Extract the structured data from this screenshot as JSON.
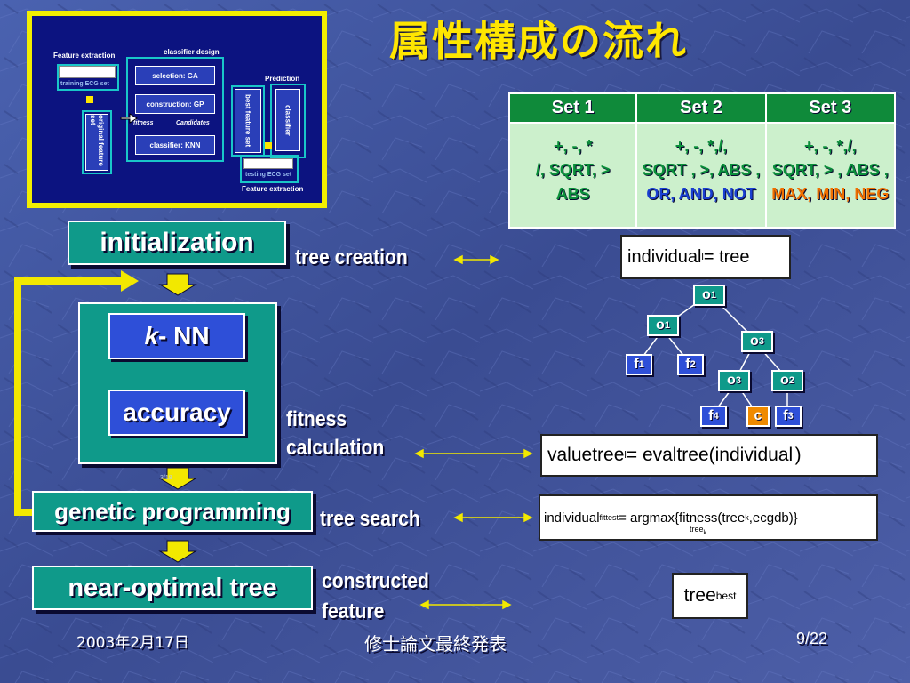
{
  "title": "属性構成の流れ",
  "thumbnail": {
    "feature_extraction_top": "Feature extraction",
    "training_ecg_set": "training ECG set",
    "classifier_design": "classifier design",
    "selection": "selection: GA",
    "construction": "construction: GP",
    "fitness": "fitness",
    "candidates": "Candidates",
    "classifier_knn": "classifier: KNN",
    "original_feature_set": "original feature set",
    "best_feature_set": "best feature set",
    "prediction": "Prediction",
    "classifier": "classifier",
    "testing_ecg_set": "testing ECG set",
    "feature_extraction_bottom": "Feature extraction"
  },
  "flow": {
    "initialization": "initialization",
    "knn_k": "k",
    "knn_rest": " - NN",
    "accuracy": "accuracy",
    "genetic_programming": "genetic programming",
    "near_optimal_tree": "near-optimal tree",
    "small_mark": "3/18"
  },
  "labels": {
    "tree_creation": "tree creation",
    "fitness": "fitness",
    "calculation": "calculation",
    "tree_search": "tree search",
    "constructed": "constructed",
    "feature": "feature"
  },
  "table": {
    "headers": [
      "Set 1",
      "Set 2",
      "Set 3"
    ],
    "set1": {
      "line1": "+, -, *",
      "line2": "/, SQRT, >",
      "line3": "ABS"
    },
    "set2": {
      "line1": "+, -, *,/,",
      "line2": "SQRT , >, ABS ,",
      "line3_a": "OR",
      "line3_sep1": ", ",
      "line3_b": "AND",
      "line3_sep2": ", ",
      "line3_c": "NOT"
    },
    "set3": {
      "line1": "+, -, *,/,",
      "line2": "SQRT, > , ABS ,",
      "line3_a": "MAX",
      "line3_sep1": ", ",
      "line3_b": "MIN",
      "line3_sep2": ", ",
      "line3_c": "NEG"
    }
  },
  "formulas": {
    "f1_lhs": "individual",
    "f1_sub": "l",
    "f1_rhs": " = tree",
    "f2_a": "valuetree",
    "f2_sub1": "l",
    "f2_b": " = evaltree(individual",
    "f2_sub2": "l",
    "f2_c": ")",
    "f3_a": "individual",
    "f3_sub1": "fittest",
    "f3_b": " = argmax",
    "f3_under": "tree",
    "f3_under_sub": "k",
    "f3_c": "{fitness(tree",
    "f3_sub2": "k",
    "f3_d": ",ecgdb)}",
    "f4_a": "tree",
    "f4_sub": "best"
  },
  "tree": {
    "root": {
      "name": "o",
      "sub": "1"
    },
    "left": {
      "name": "o",
      "sub": "1"
    },
    "right": {
      "name": "o",
      "sub": "3"
    },
    "f1": {
      "name": "f",
      "sub": "1"
    },
    "f2": {
      "name": "f",
      "sub": "2"
    },
    "o3b": {
      "name": "o",
      "sub": "3"
    },
    "o2": {
      "name": "o",
      "sub": "2"
    },
    "f4": {
      "name": "f",
      "sub": "4"
    },
    "c": "c",
    "f3": {
      "name": "f",
      "sub": "3"
    }
  },
  "footer": {
    "date": "2003年2月17日",
    "center": "修士論文最終発表",
    "page": "9/22"
  },
  "colors": {
    "background": "#3b4f96",
    "title": "#ffe600",
    "teal_box": "#0f9a8a",
    "blue_box": "#2e4fd8",
    "table_header": "#0f8a3a",
    "table_cell": "#ccf0cc",
    "set1_text": "#0a8f3a",
    "set2_text": "#1a3fd0",
    "highlight": "#f07000",
    "arrow": "#f2e800"
  }
}
